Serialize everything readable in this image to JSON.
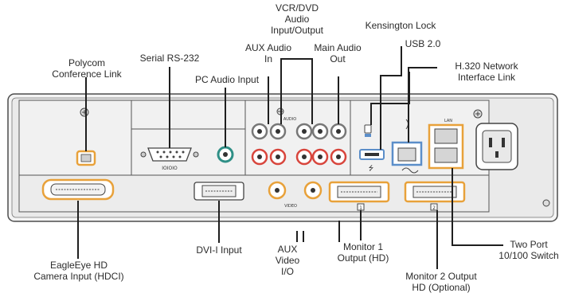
{
  "labels": {
    "polycom_link": "Polycom\nConference Link",
    "serial_rs232": "Serial RS-232",
    "pc_audio_input": "PC Audio Input",
    "aux_audio_in": "AUX Audio\nIn",
    "vcr_dvd_audio": "VCR/DVD\nAudio\nInput/Output",
    "main_audio_out": "Main Audio\nOut",
    "kensington_lock": "Kensington Lock",
    "usb": "USB 2.0",
    "h320_network": "H.320 Network\nInterface Link",
    "eagleeye_hd": "EagleEye HD\nCamera Input (HDCI)",
    "dvi_input": "DVI-I Input",
    "aux_video": "AUX\nVideo\nI/O",
    "monitor1": "Monitor 1\nOutput (HD)",
    "monitor2": "Monitor 2 Output\nHD (Optional)",
    "two_port_switch": "Two Port\n10/100 Switch"
  },
  "panel_marks": {
    "serial_port_text": "IOIOIO",
    "audio_mark": "AUDIO",
    "video_mark": "VIDEO",
    "lan_mark": "LAN",
    "monitor1_badge": "1",
    "monitor2_badge": "2"
  },
  "colors": {
    "highlight": "#e8a13a",
    "red_ring": "#d8453c",
    "blue_ring": "#5b8ec9",
    "teal_ring": "#2f8f86",
    "panel_fill": "#e9e9e9",
    "panel_stroke": "#555555"
  },
  "icons": [
    "screw-icon",
    "usb-icon",
    "network-icon",
    "lan-icon",
    "power-socket-icon"
  ]
}
